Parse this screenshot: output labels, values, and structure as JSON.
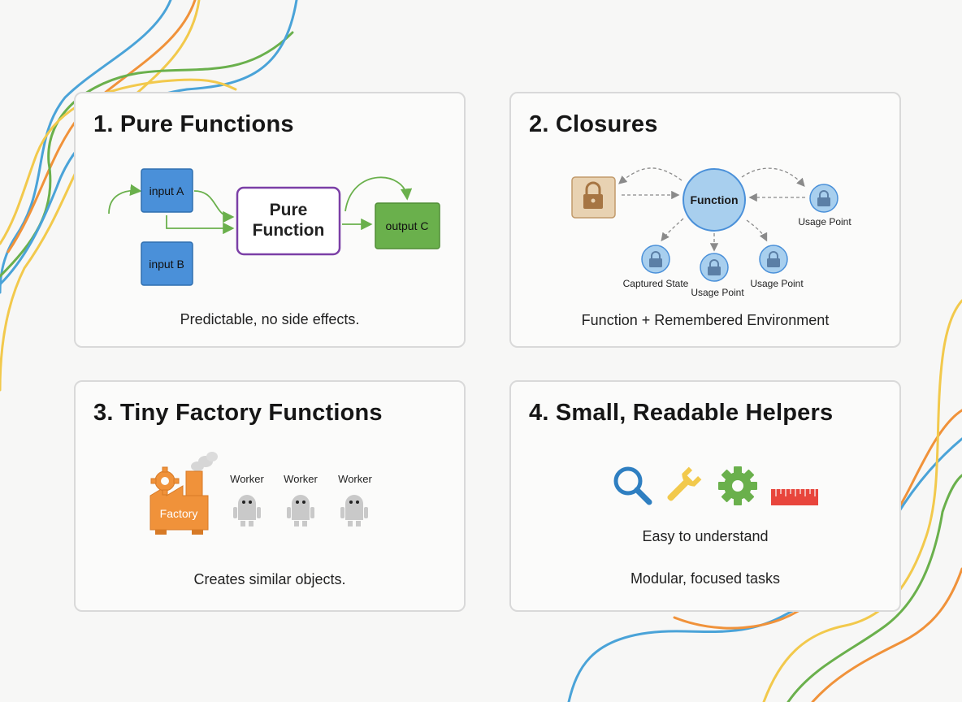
{
  "cards": [
    {
      "title": "1. Pure Functions",
      "caption": "Predictable, no side effects.",
      "labels": {
        "input_a": "input A",
        "input_b": "input B",
        "function_line1": "Pure",
        "function_line2": "Function",
        "output": "output C"
      }
    },
    {
      "title": "2. Closures",
      "caption": "Function + Remembered Environment",
      "labels": {
        "function": "Function",
        "usage_point_right": "Usage Point",
        "captured_state": "Captured State",
        "usage_point_bottom": "Usage Point",
        "usage_point_bottom_right": "Usage Point"
      }
    },
    {
      "title": "3. Tiny Factory Functions",
      "caption": "Creates similar objects.",
      "labels": {
        "factory": "Factory",
        "worker_1": "Worker",
        "worker_2": "Worker",
        "worker_3": "Worker"
      }
    },
    {
      "title": "4. Small, Readable Helpers",
      "caption_1": "Easy to understand",
      "caption_2": "Modular, focused tasks",
      "icons": [
        "search-icon",
        "wrench-icon",
        "gear-icon",
        "ruler-icon"
      ]
    }
  ],
  "colors": {
    "blue": "#4a90d9",
    "green": "#6ab04c",
    "purple": "#7b3fa6",
    "orange": "#f0923a",
    "yellow": "#f2c94c",
    "tan": "#e8d2b2"
  }
}
